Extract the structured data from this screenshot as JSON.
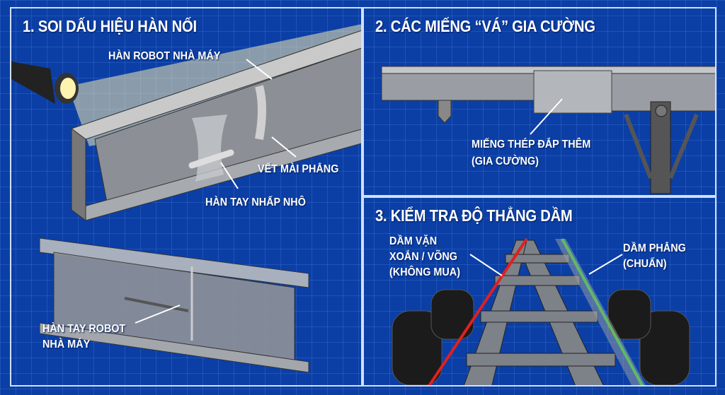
{
  "panel1": {
    "title": "1. SOI DẤU HIỆU HÀN NỐI",
    "label_robot_weld": "HÀN ROBOT NHÀ MÁY",
    "label_ground": "VẾT MÀI PHẲNG",
    "label_hand_weld": "HÀN TAY NHẤP NHÔ",
    "label_bottom_line1": "HÀN TAY  ROBOT",
    "label_bottom_line2": "NHÀ MÁY"
  },
  "panel2": {
    "title": "2. CÁC MIẾNG “VÁ” GIA CƯỜNG",
    "label_line1": "MIẾNG THÉP ĐẮP THÊM",
    "label_line2": "(GIA CƯỜNG)"
  },
  "panel3": {
    "title": "3. KIỂM TRA ĐỘ THẲNG DẦM",
    "bad_line1": "DẦM VẶN",
    "bad_line2": "XOẮN / VÕNG",
    "bad_line3": "(KHÔNG MUA)",
    "good_line1": "DẦM PHẲNG",
    "good_line2": "(CHUẨN)"
  },
  "colors": {
    "background": "#0b3fa6",
    "bad": "#e02020",
    "good": "#22d02a"
  }
}
